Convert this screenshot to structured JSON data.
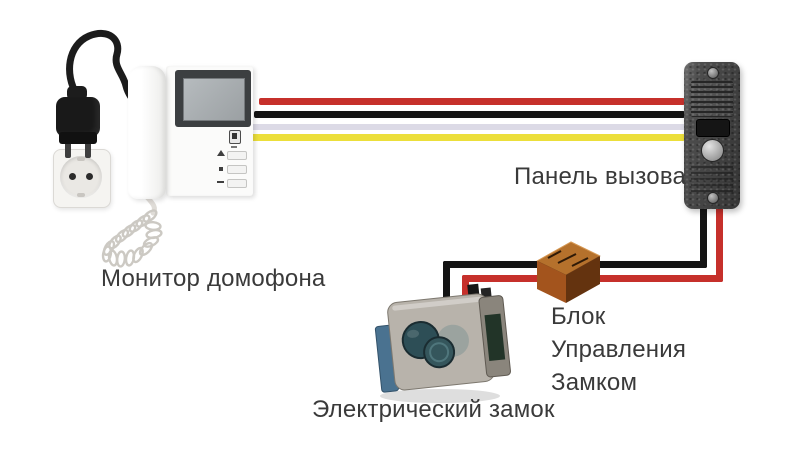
{
  "labels": {
    "monitor": "Монитор домофона",
    "call_panel": "Панель вызова",
    "electric_lock": "Электрический замок",
    "lock_control_lines": [
      "Блок",
      "Управления",
      "Замком"
    ]
  },
  "colors": {
    "background": "#ffffff",
    "label_text": "#3a3a3a",
    "wire_red": "#c6302b",
    "wire_black": "#141414",
    "wire_white": "#dcdae6",
    "wire_yellow": "#ecdf3a",
    "relay_top": "#b5712c",
    "relay_front": "#a3541d",
    "relay_side": "#64330f",
    "panel_gray": "#474747",
    "lock_body_gray": "#b8b3ab",
    "lock_cylinder_teal": "#2d4e56",
    "strike_plate_blue": "#4a7290"
  },
  "components": {
    "power_plug": "power-plug",
    "wall_outlet": "wall-outlet",
    "intercom_monitor": "intercom-monitor",
    "handset": "handset",
    "call_panel": "call-panel",
    "lock_control_block": "lock-control-block",
    "electric_lock": "electric-lock"
  },
  "connections": [
    {
      "from": "intercom-monitor",
      "to": "call-panel",
      "wires": [
        "red",
        "black",
        "white",
        "yellow"
      ]
    },
    {
      "from": "call-panel",
      "to": "electric-lock",
      "via": "lock-control-block",
      "wires": [
        "black",
        "red"
      ]
    },
    {
      "from": "wall-outlet",
      "to": "intercom-monitor",
      "via": "power-plug",
      "wires": [
        "power-cord"
      ]
    }
  ]
}
